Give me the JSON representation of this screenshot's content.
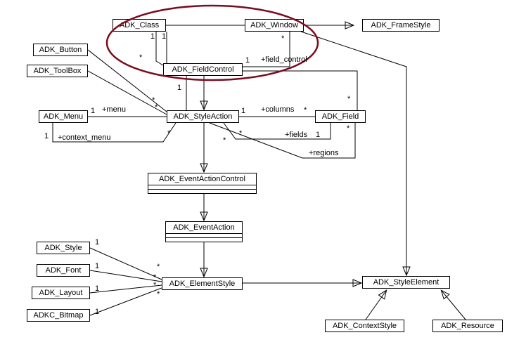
{
  "colors": {
    "highlight_ellipse": "#7b0c1e",
    "line": "#000000",
    "box_bg": "#ffffff"
  },
  "diagram": {
    "classes": [
      {
        "name": "ADK_Class"
      },
      {
        "name": "ADK_Window"
      },
      {
        "name": "ADK_FrameStyle"
      },
      {
        "name": "ADK_Button"
      },
      {
        "name": "ADK_ToolBox"
      },
      {
        "name": "ADK_FieldControl"
      },
      {
        "name": "ADK_Menu"
      },
      {
        "name": "ADK_StyleAction"
      },
      {
        "name": "ADK_Field"
      },
      {
        "name": "ADK_EventActionControl"
      },
      {
        "name": "ADK_EventAction"
      },
      {
        "name": "ADK_Style"
      },
      {
        "name": "ADK_Font"
      },
      {
        "name": "ADK_Layout"
      },
      {
        "name": "ADKC_Bitmap"
      },
      {
        "name": "ADK_ElementStyle"
      },
      {
        "name": "ADK_StyleElement"
      },
      {
        "name": "ADK_ContextStyle"
      },
      {
        "name": "ADK_Resource"
      }
    ],
    "labels": [
      {
        "text": "1"
      },
      {
        "text": "1"
      },
      {
        "text": "*"
      },
      {
        "text": "*"
      },
      {
        "text": "1"
      },
      {
        "text": "+field_control"
      },
      {
        "text": "*"
      },
      {
        "text": "1"
      },
      {
        "text": "1"
      },
      {
        "text": "+menu"
      },
      {
        "text": "1"
      },
      {
        "text": "+context_menu"
      },
      {
        "text": "*"
      },
      {
        "text": "*"
      },
      {
        "text": "*"
      },
      {
        "text": "1"
      },
      {
        "text": "+columns"
      },
      {
        "text": "*"
      },
      {
        "text": "*"
      },
      {
        "text": "+fields"
      },
      {
        "text": "1"
      },
      {
        "text": "*"
      },
      {
        "text": "+regions"
      },
      {
        "text": "*"
      },
      {
        "text": "1"
      },
      {
        "text": "1"
      },
      {
        "text": "1"
      },
      {
        "text": "1"
      },
      {
        "text": "*"
      },
      {
        "text": "*"
      },
      {
        "text": "*"
      },
      {
        "text": "*"
      }
    ]
  }
}
